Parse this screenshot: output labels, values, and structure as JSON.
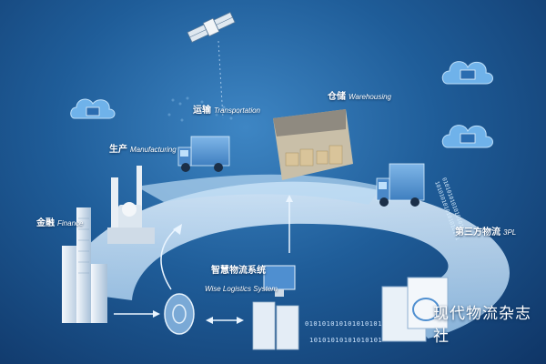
{
  "labels": {
    "transportation": {
      "zh": "运输",
      "en": "Transportation"
    },
    "warehousing": {
      "zh": "仓储",
      "en": "Warehousing"
    },
    "manufacturing": {
      "zh": "生产",
      "en": "Manufacturing"
    },
    "finance": {
      "zh": "金融",
      "en": "Finance"
    },
    "third_party": {
      "zh": "第三方物流",
      "en": "3PL"
    },
    "system": {
      "zh": "智慧物流系统",
      "en": "Wise Logistics System"
    }
  },
  "binary_lines": [
    "010101010101010101",
    "10101010101010101"
  ],
  "watermark": "现代物流杂志社",
  "colors": {
    "ring": "#cfe8fb",
    "accent": "#5aa8e6",
    "background": "#1f5d99"
  }
}
